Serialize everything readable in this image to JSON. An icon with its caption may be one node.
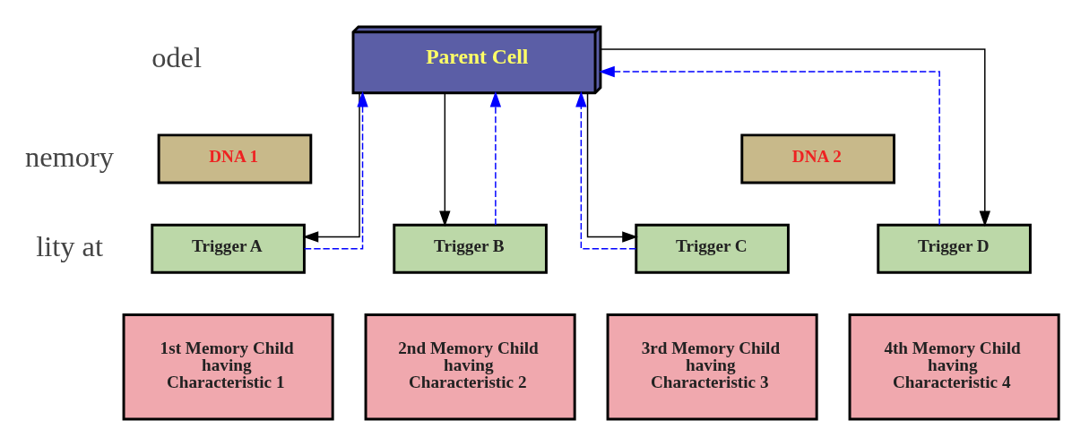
{
  "diagram": {
    "nodes": [
      {
        "text": [
          "Parent Cell"
        ]
      },
      {
        "text": [
          "DNA 1"
        ]
      },
      {
        "text": [
          "DNA 2"
        ]
      },
      {
        "text": [
          "Trigger A"
        ]
      },
      {
        "text": [
          "Trigger B"
        ]
      },
      {
        "text": [
          "Trigger C"
        ]
      },
      {
        "text": [
          "Trigger D"
        ]
      },
      {
        "text": [
          "1st Memory Child having Characteristic 1"
        ]
      },
      {
        "text": [
          "2nd Memory Child having Characteristic 2"
        ]
      },
      {
        "text": [
          "3rd Memory Child having Characteristic 3"
        ]
      },
      {
        "text": [
          "4th Memory Child having Characteristic 4"
        ]
      }
    ],
    "edges": [
      {
        "from": 0,
        "to": 3,
        "arrow": "to"
      },
      {
        "from": 0,
        "to": 4,
        "arrow": "to"
      },
      {
        "from": 0,
        "to": 5,
        "arrow": "to"
      },
      {
        "from": 0,
        "to": 6,
        "arrow": "to"
      },
      {
        "from": 3,
        "to": 0,
        "arrow": "to",
        "style": "dashed",
        "color": "#0000ff"
      },
      {
        "from": 4,
        "to": 0,
        "arrow": "to",
        "style": "dashed",
        "color": "#0000ff"
      },
      {
        "from": 5,
        "to": 0,
        "arrow": "to",
        "style": "dashed",
        "color": "#0000ff"
      },
      {
        "from": 6,
        "to": 0,
        "arrow": "to",
        "style": "dashed",
        "color": "#0000ff"
      }
    ],
    "labels": [
      "odel",
      "nemory",
      "lity at"
    ]
  }
}
